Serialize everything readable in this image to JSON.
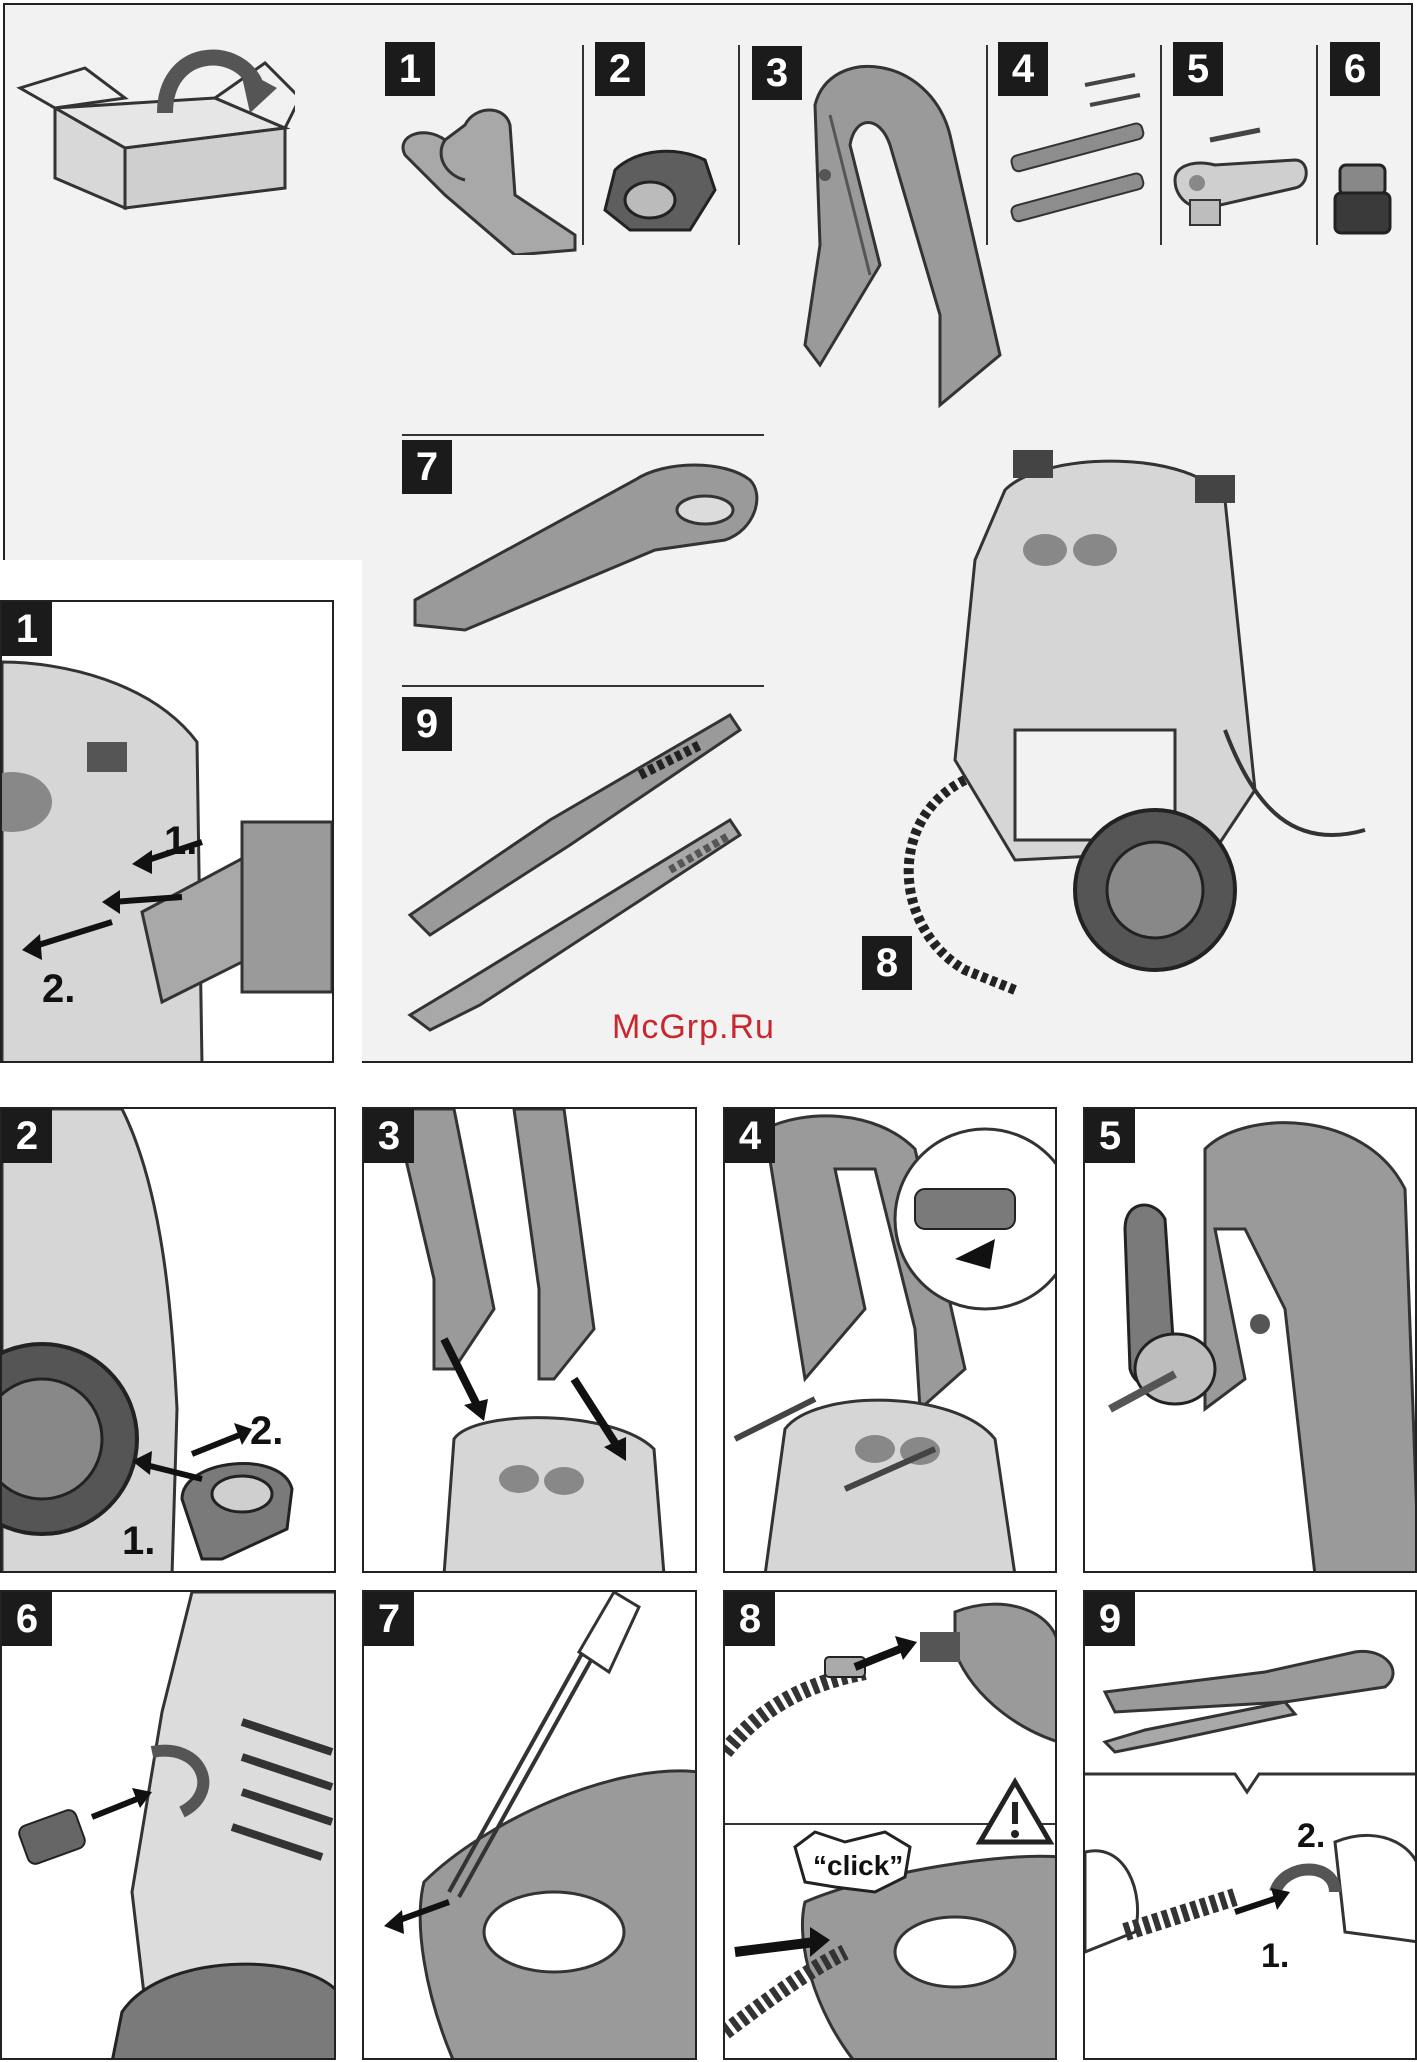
{
  "watermark": "McGrp.Ru",
  "parts": {
    "labels": [
      "1",
      "2",
      "3",
      "4",
      "5",
      "6",
      "7",
      "8",
      "9"
    ]
  },
  "steps": {
    "labels": [
      "1",
      "2",
      "3",
      "4",
      "5",
      "6",
      "7",
      "8",
      "9"
    ],
    "step1": {
      "first": "1.",
      "second": "2."
    },
    "step2": {
      "first": "1.",
      "second": "2."
    },
    "step8": {
      "click": "“click”"
    },
    "step9": {
      "first": "1.",
      "second": "2."
    }
  },
  "colors": {
    "part_fill": "#9a9a9a",
    "part_light": "#cfcfcf",
    "part_dark": "#4a4a4a",
    "watermark": "#c8282d"
  }
}
